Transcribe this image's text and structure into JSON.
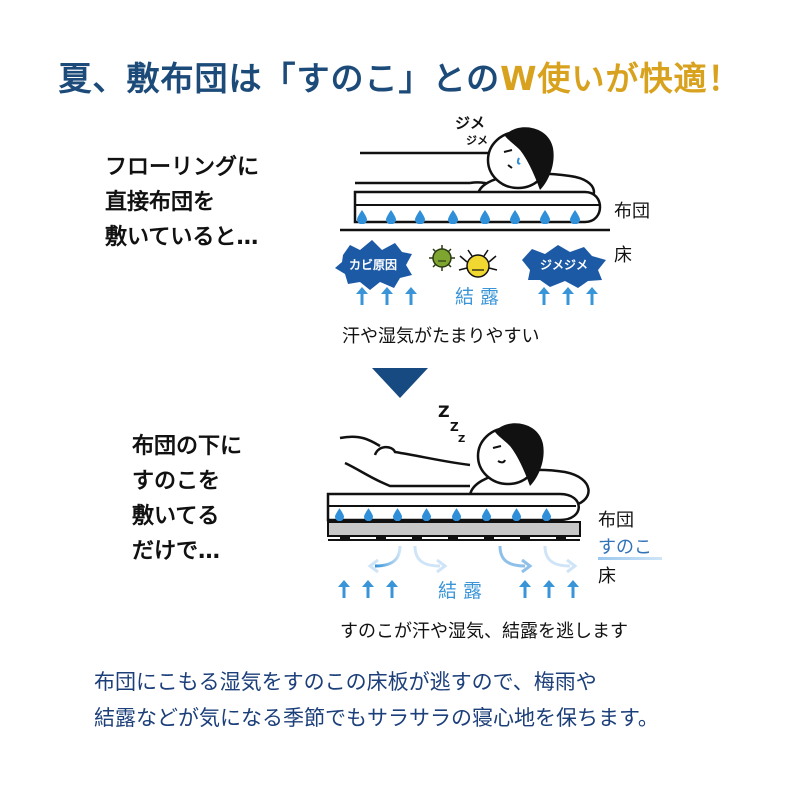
{
  "headline": {
    "part1": "夏、敷布団は「すのこ」との",
    "accent": "W使いが快適！",
    "accent_color": "#d8a21e",
    "main_color": "#1c4b7a"
  },
  "scene_top": {
    "lines": [
      "フローリングに",
      "直接布団を",
      "敷いていると…"
    ],
    "sound_big": "ジメ",
    "sound_small": "ジメ",
    "label_futon": "布団",
    "label_floor": "床",
    "badge_left": "カビ原因",
    "badge_right": "ジメジメ",
    "condensation": "結 露",
    "caption": "汗や湿気がたまりやすい"
  },
  "scene_bottom": {
    "lines": [
      "布団の下に",
      "すのこを",
      "敷いてる",
      "だけで…"
    ],
    "label_futon": "布団",
    "label_sunoko": "すのこ",
    "label_floor": "床",
    "condensation": "結 露",
    "caption": "すのこが汗や湿気、結露を逃します",
    "zzz": "Z"
  },
  "footer": {
    "line1": "布団にこもる湿気をすのこの床板が逃すので、梅雨や",
    "line2": "結露などが気になる季節でもサラサラの寝心地を保ちます。"
  },
  "icons": {
    "arrow": "down-triangle-icon",
    "droplet": "water-drop-icon",
    "mold": "mold-germ-icon",
    "mite": "dust-mite-icon"
  },
  "colors": {
    "drop": "#2f8fd8",
    "arrow_up": "#3a95d8",
    "badge": "#1c5aa6",
    "triangle": "#164a80",
    "sunoko": "#c8c8c8"
  }
}
